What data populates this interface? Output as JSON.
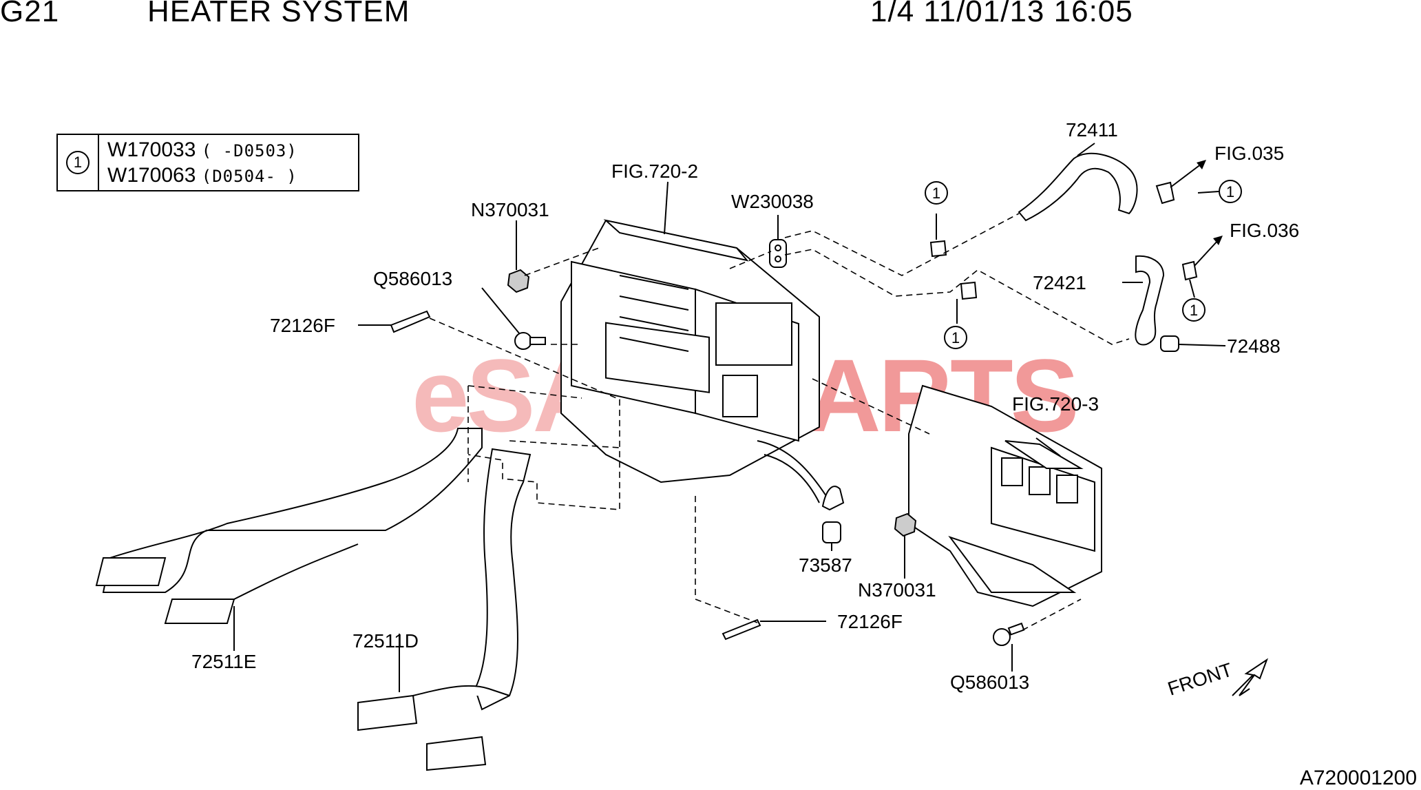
{
  "header": {
    "group": "G21",
    "title": "HEATER SYSTEM",
    "page_info": "1/4 11/01/13 16:05"
  },
  "legend": {
    "symbol": "1",
    "rows": [
      {
        "part": "W170033",
        "range": "( -D0503)"
      },
      {
        "part": "W170063",
        "range": "(D0504- )"
      }
    ]
  },
  "labels": {
    "fig720_2": "FIG.720-2",
    "n370031_top": "N370031",
    "w230038": "W230038",
    "p72411": "72411",
    "fig035": "FIG.035",
    "fig036": "FIG.036",
    "q586013_top": "Q586013",
    "p72126f_top": "72126F",
    "p72421": "72421",
    "p72488": "72488",
    "fig720_3": "FIG.720-3",
    "p73587": "73587",
    "n370031_bot": "N370031",
    "p72126f_bot": "72126F",
    "p72511e": "72511E",
    "p72511d": "72511D",
    "q586013_bot": "Q586013",
    "front": "FRONT"
  },
  "callout_symbol": "1",
  "watermark": {
    "prefix": "eSAAB",
    "suffix": "PARTS"
  },
  "drawing_code": "A720001200"
}
